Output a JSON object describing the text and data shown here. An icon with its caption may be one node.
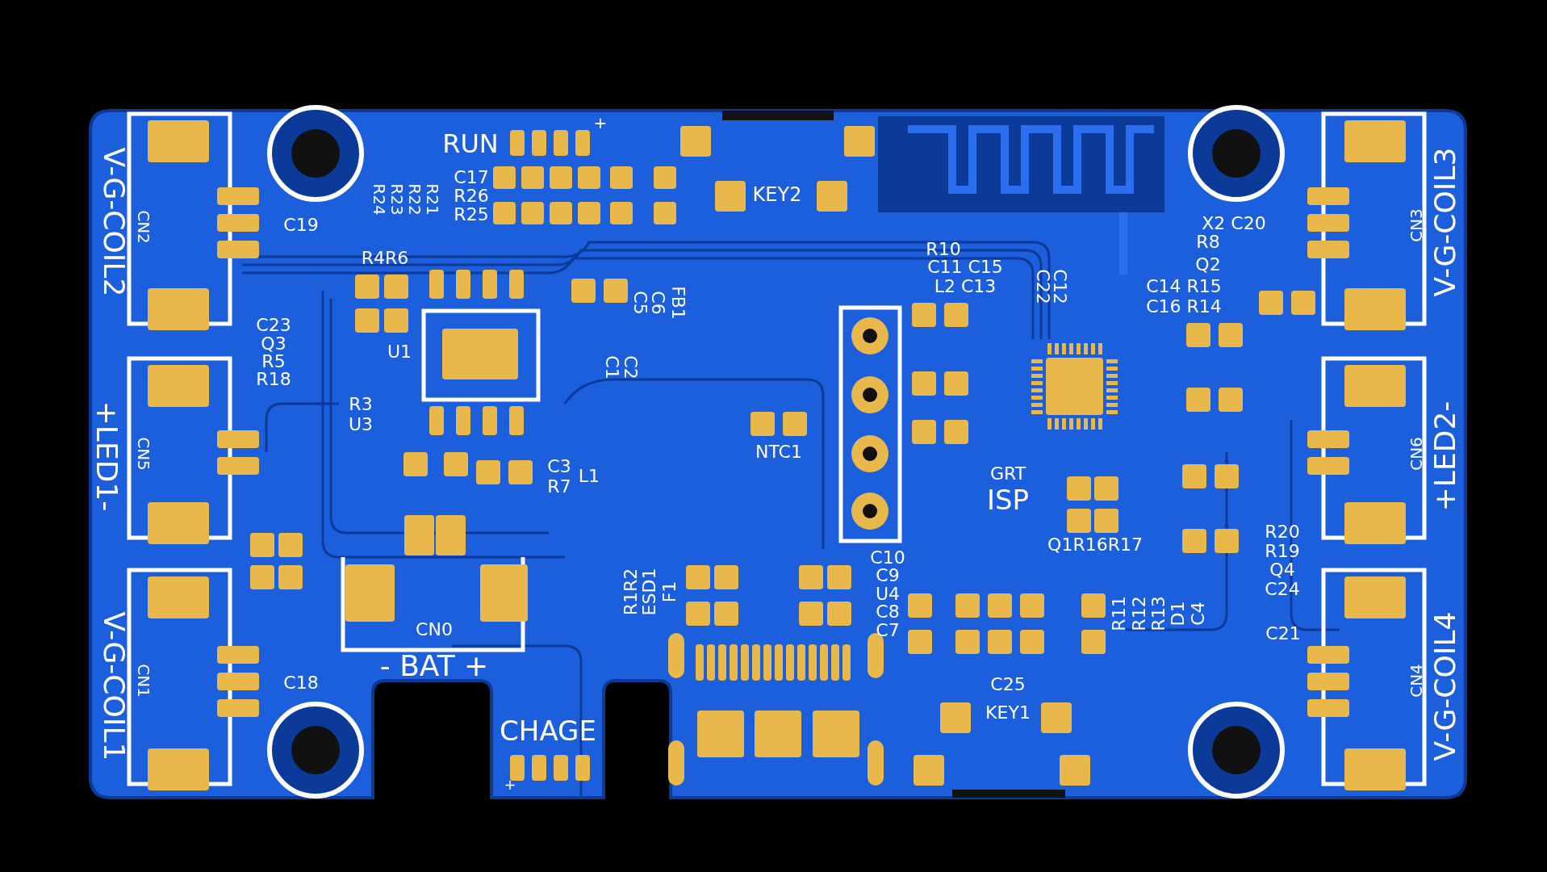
{
  "diagram": {
    "labels": [
      "V-G-COIL2",
      "CN2",
      "C19",
      "RUN",
      "+",
      "R24",
      "R23",
      "R22",
      "R21",
      "C17",
      "R26",
      "R25",
      "R4R6",
      "U1",
      "C5",
      "C6",
      "FB1",
      "C1",
      "C2",
      "C23",
      "Q3",
      "R5",
      "R18",
      "R3",
      "U3",
      "+LED1-",
      "CN5",
      "C3",
      "L1",
      "R7",
      "NTC1",
      "CN0",
      "- BAT +",
      "V-G-COIL1",
      "CN1",
      "C18",
      "CHAGE",
      "+",
      "R1R2",
      "ESD1",
      "F1",
      "KEY2",
      "R10",
      "C11 C15",
      "L2 C13",
      "C22",
      "C12",
      "X2 C20",
      "R8",
      "Q2",
      "C14 R15",
      "C16 R14",
      "V-G-COIL3",
      "CN3",
      "GRT",
      "ISP",
      "Q1R16R17",
      "C10",
      "C9",
      "U4",
      "C8",
      "C7",
      "R11",
      "R12",
      "R13",
      "D1",
      "C4",
      "C25",
      "KEY1",
      "R20",
      "R19",
      "Q4",
      "C24",
      "C21",
      "+LED2-",
      "CN6",
      "V-G-COIL4",
      "CN4"
    ]
  }
}
